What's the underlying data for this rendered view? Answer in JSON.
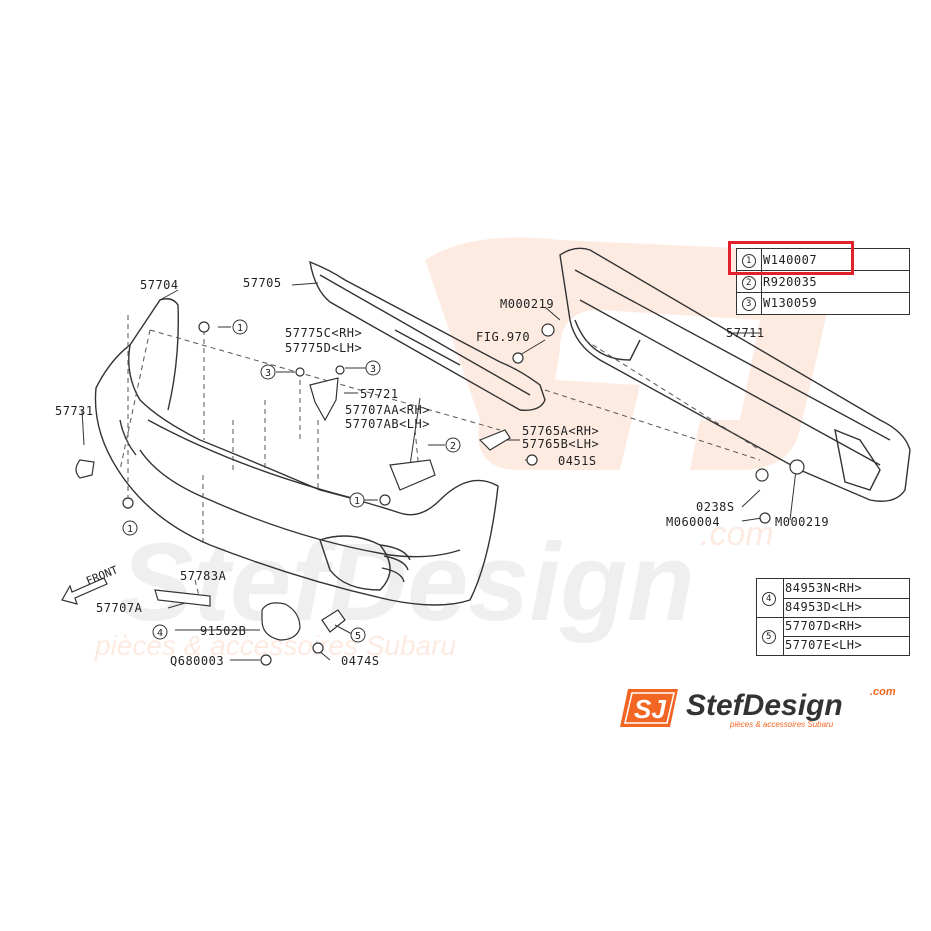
{
  "watermark": {
    "center_text": "StefDesign",
    "center_suffix": ".com",
    "tagline": "pièces & accessoires Subaru"
  },
  "part_labels": {
    "p57704": "57704",
    "p57705": "57705",
    "p57711": "57711",
    "p57731": "57731",
    "p57775c": "57775C<RH>",
    "p57775d": "57775D<LH>",
    "p57721": "57721",
    "p57707aa": "57707AA<RH>",
    "p57707ab": "57707AB<LH>",
    "p57765a": "57765A<RH>",
    "p57765b": "57765B<LH>",
    "p0451s": "0451S",
    "m000219a": "M000219",
    "fig970": "FIG.970",
    "p0238s": "0238S",
    "m060004": "M060004",
    "m000219b": "M000219",
    "p57783a": "57783A",
    "p57707a": "57707A",
    "p91502b": "91502B",
    "q680003": "Q680003",
    "p0474s": "0474S",
    "front": "FRONT"
  },
  "callouts": {
    "c1": "1",
    "c2": "2",
    "c3": "3",
    "c4": "4",
    "c5": "5"
  },
  "legend_top": [
    {
      "num": "1",
      "code": "W140007",
      "highlighted": true
    },
    {
      "num": "2",
      "code": "R920035",
      "highlighted": false
    },
    {
      "num": "3",
      "code": "W130059",
      "highlighted": false
    }
  ],
  "legend_bottom": [
    {
      "num": "4",
      "codes": [
        "84953N<RH>",
        "84953D<LH>"
      ]
    },
    {
      "num": "5",
      "codes": [
        "57707D<RH>",
        "57707E<LH>"
      ]
    }
  ],
  "logo": {
    "mark": "SJ",
    "name": "StefDesign",
    "suffix": ".com",
    "tagline": "pièces & accessoires Subaru"
  },
  "colors": {
    "highlight": "#e3212b",
    "brand_orange": "#f26522",
    "line": "#333333"
  }
}
